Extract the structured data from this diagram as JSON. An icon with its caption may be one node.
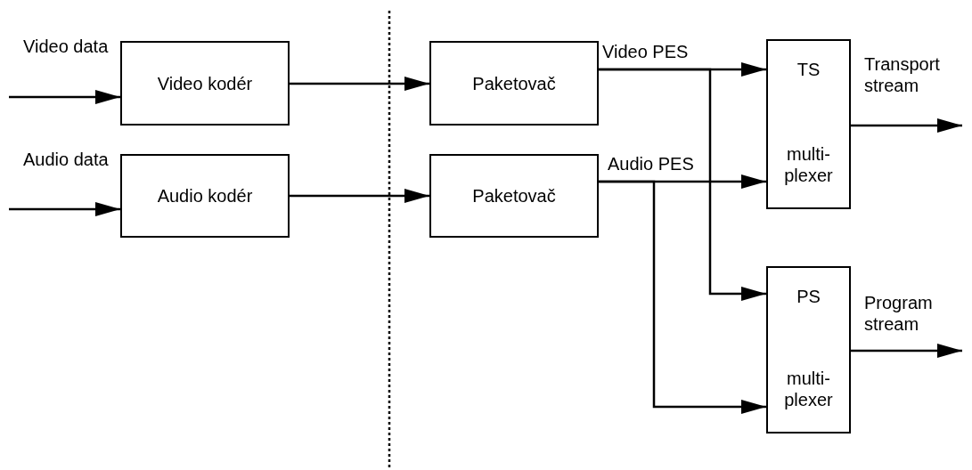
{
  "diagram": {
    "nodes": [
      {
        "text": [
          "Video kodér"
        ]
      },
      {
        "text": [
          "Audio kodér"
        ]
      },
      {
        "text": [
          "Paketovač"
        ]
      },
      {
        "text": [
          "Paketovač"
        ]
      },
      {
        "text": [
          "TS",
          "multi-plexer"
        ]
      },
      {
        "text": [
          "PS",
          "multi-plexer"
        ]
      }
    ],
    "edges": [
      {
        "from": null,
        "to": 0,
        "arrow": "to"
      },
      {
        "from": null,
        "to": 1,
        "arrow": "to"
      },
      {
        "from": 0,
        "to": 2,
        "arrow": "to"
      },
      {
        "from": 1,
        "to": 3,
        "arrow": "to"
      },
      {
        "from": 2,
        "to": 4,
        "arrow": "to",
        "label": "Video PES"
      },
      {
        "from": 2,
        "to": 5,
        "arrow": "to"
      },
      {
        "from": 3,
        "to": 4,
        "arrow": "to",
        "label": "Audio PES"
      },
      {
        "from": 3,
        "to": 5,
        "arrow": "to"
      },
      {
        "from": 4,
        "to": null,
        "arrow": "to"
      },
      {
        "from": 5,
        "to": null,
        "arrow": "to"
      }
    ],
    "labels": [
      "Video data",
      "Transport stream",
      "Audio data",
      "Program stream"
    ]
  }
}
